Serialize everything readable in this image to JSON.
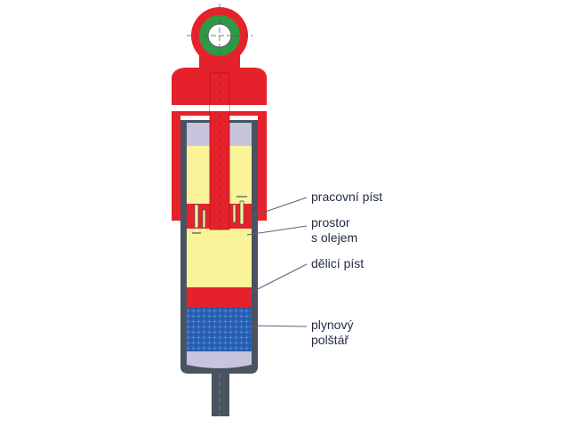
{
  "labels": {
    "working_piston": "pracovní píst",
    "oil_space_line1": "prostor",
    "oil_space_line2": "s olejem",
    "dividing_piston": "dělicí píst",
    "gas_cushion_line1": "plynový",
    "gas_cushion_line2": "polštář"
  },
  "colors": {
    "red": "#e5222b",
    "yellow": "#faf39a",
    "blue": "#2b63b8",
    "green": "#2f9a46",
    "grey": "#4a5360",
    "lavender": "#c7c4de",
    "leader": "#5b6272"
  }
}
